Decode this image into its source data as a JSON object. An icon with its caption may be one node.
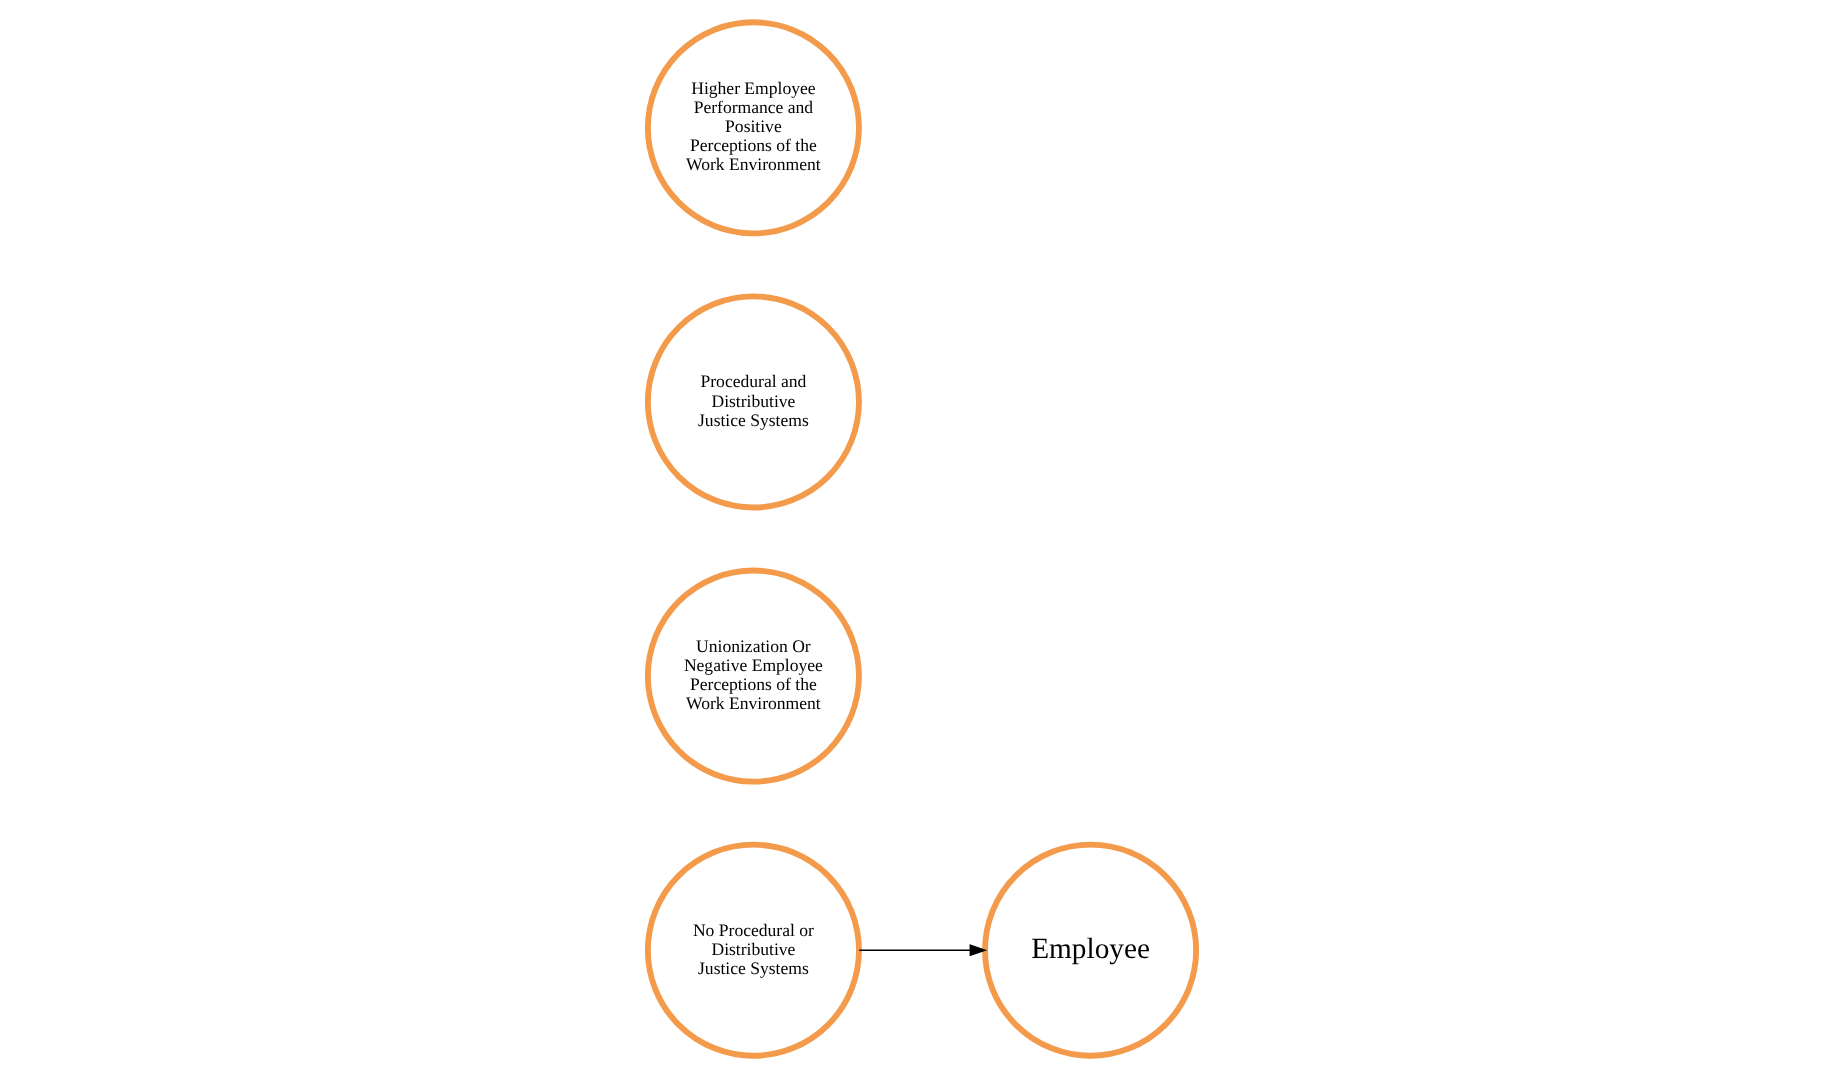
{
  "diagram": {
    "nodes": [
      {
        "text": [
          "No Procedural or Distributive Justice Systems"
        ]
      },
      {
        "text": [
          "Unionization Or Negative Employee Perceptions of the Work Environment"
        ]
      },
      {
        "text": [
          "Employee"
        ]
      },
      {
        "text": [
          "Procedural and Distributive Justice Systems"
        ]
      },
      {
        "text": [
          "Higher Employee Performance and Positive Perceptions of the Work Environment"
        ]
      }
    ],
    "edges": [
      {
        "from": 0,
        "to": 2,
        "arrow": "to"
      }
    ]
  }
}
